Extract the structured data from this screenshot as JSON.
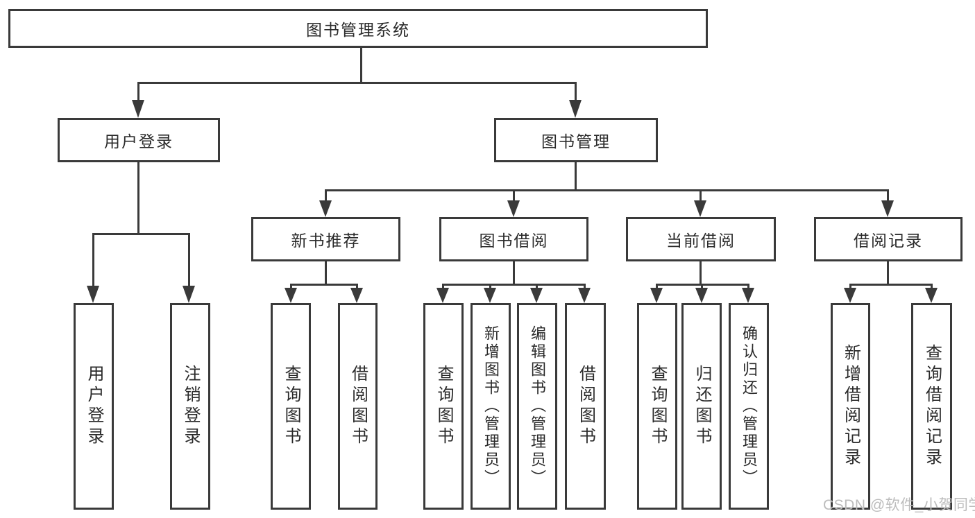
{
  "diagram_title": "图书管理系统",
  "palette": {
    "line_color": "#3a3a3a",
    "text_color": "#2a2a2a",
    "background": "#ffffff",
    "watermark_color": "#bcbcbc"
  },
  "nodes": {
    "root": {
      "label": "图书管理系统"
    },
    "user_login": {
      "label": "用户登录"
    },
    "book_mgmt": {
      "label": "图书管理"
    },
    "new_book": {
      "label": "新书推荐"
    },
    "book_borrow": {
      "label": "图书借阅"
    },
    "current_borrow": {
      "label": "当前借阅"
    },
    "borrow_records": {
      "label": "借阅记录"
    },
    "user_login_leaf": {
      "label": "用户登录"
    },
    "logout_leaf": {
      "label": "注销登录"
    },
    "nb_query": {
      "label": "查询图书"
    },
    "nb_borrow": {
      "label": "借阅图书"
    },
    "bb_query": {
      "label": "查询图书"
    },
    "bb_add": {
      "label": "新增图书（管理员）"
    },
    "bb_edit": {
      "label": "编辑图书（管理员）"
    },
    "bb_borrow": {
      "label": "借阅图书"
    },
    "cur_query": {
      "label": "查询图书"
    },
    "cur_return": {
      "label": "归还图书"
    },
    "cur_confirm": {
      "label": "确认归还（管理员）"
    },
    "rec_add": {
      "label": "新增借阅记录"
    },
    "rec_query": {
      "label": "查询借阅记录"
    }
  },
  "hierarchy": {
    "root": [
      "user_login",
      "book_mgmt"
    ],
    "user_login": [
      "user_login_leaf",
      "logout_leaf"
    ],
    "book_mgmt": [
      "new_book",
      "book_borrow",
      "current_borrow",
      "borrow_records"
    ],
    "new_book": [
      "nb_query",
      "nb_borrow"
    ],
    "book_borrow": [
      "bb_query",
      "bb_add",
      "bb_edit",
      "bb_borrow"
    ],
    "current_borrow": [
      "cur_query",
      "cur_return",
      "cur_confirm"
    ],
    "borrow_records": [
      "rec_add",
      "rec_query"
    ]
  },
  "watermark": {
    "text": "CSDN @软件_小贺同学"
  }
}
